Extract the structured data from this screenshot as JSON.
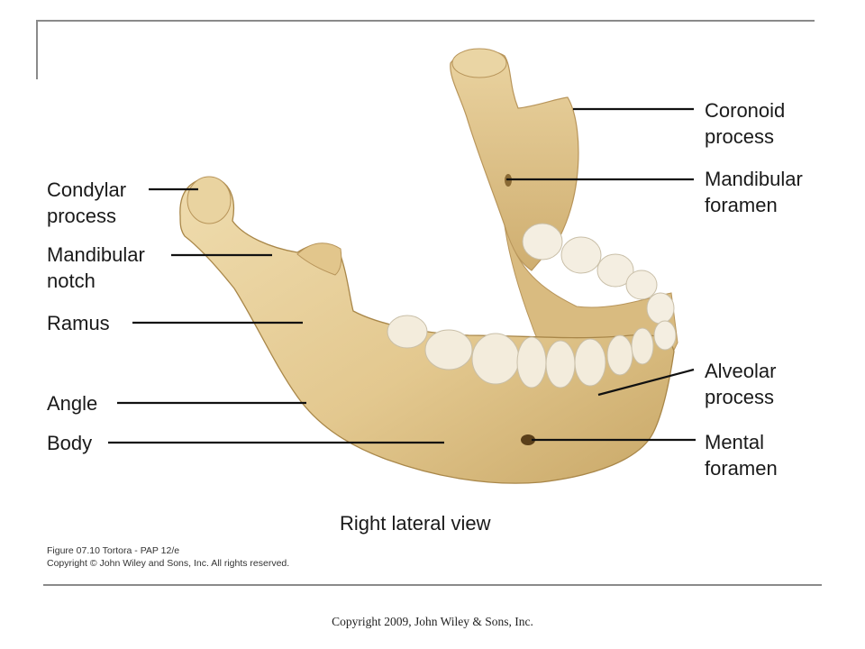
{
  "labels": {
    "condylar_process": "Condylar\nprocess",
    "mandibular_notch": "Mandibular\nnotch",
    "ramus": "Ramus",
    "angle": "Angle",
    "body": "Body",
    "coronoid_process": "Coronoid\nprocess",
    "mandibular_foramen": "Mandibular\nforamen",
    "alveolar_process": "Alveolar\nprocess",
    "mental_foramen": "Mental\nforamen"
  },
  "caption": "Right lateral view",
  "credit": {
    "line1": "Figure 07.10 Tortora - PAP 12/e",
    "line2": "Copyright © John Wiley and Sons, Inc. All rights reserved."
  },
  "footer": "Copyright 2009, John Wiley & Sons, Inc.",
  "colors": {
    "bone": "#e6cf9c",
    "bone_shadow": "#c9a868",
    "tooth": "#f4eee1",
    "leader": "#111111"
  }
}
